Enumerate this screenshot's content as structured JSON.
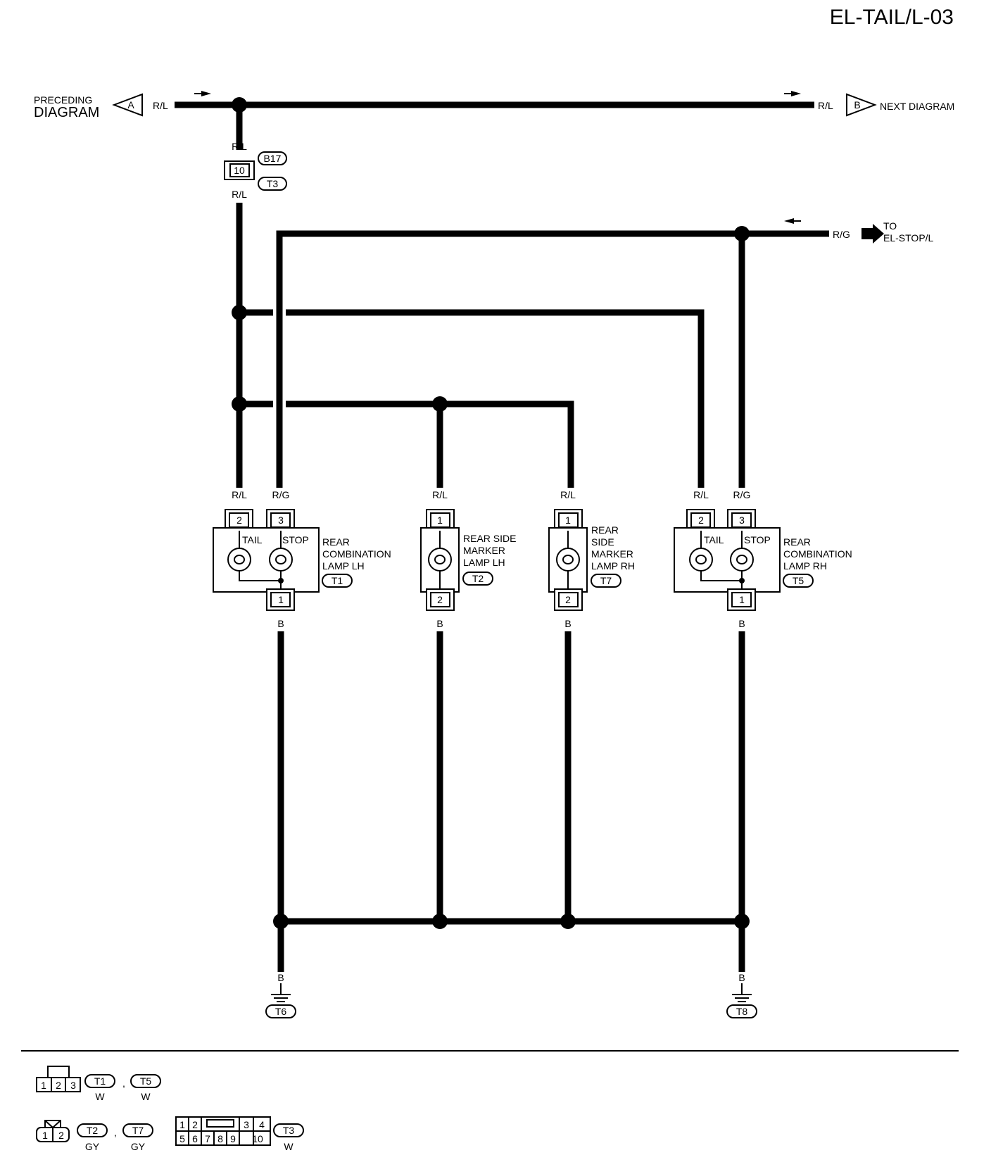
{
  "header": {
    "diagram_id": "EL-TAIL/L-03"
  },
  "connections": {
    "preceding": {
      "label_line1": "PRECEDING",
      "label_line2": "DIAGRAM",
      "letter": "A",
      "wire": "R/L"
    },
    "next": {
      "label": "NEXT DIAGRAM",
      "letter": "B",
      "wire": "R/L"
    },
    "stop": {
      "label_line1": "TO",
      "label_line2": "EL-STOP/L",
      "wire": "R/G"
    }
  },
  "inline_connector": {
    "pin": "10",
    "connector_a": "B17",
    "connector_b": "T3",
    "wire_above": "R/L",
    "wire_below": "R/L"
  },
  "components": {
    "lh_combo": {
      "name_lines": [
        "REAR",
        "COMBINATION",
        "LAMP LH"
      ],
      "connector": "T1",
      "bulbs": [
        "TAIL",
        "STOP"
      ],
      "pins_top": [
        "2",
        "3"
      ],
      "pin_bottom": "1",
      "wires_top": [
        "R/L",
        "R/G"
      ],
      "wire_bottom": "B"
    },
    "lh_marker": {
      "name_lines": [
        "REAR SIDE",
        "MARKER",
        "LAMP LH"
      ],
      "connector": "T2",
      "pin_top": "1",
      "pin_bottom": "2",
      "wire_top": "R/L",
      "wire_bottom": "B"
    },
    "rh_marker": {
      "name_lines": [
        "REAR",
        "SIDE",
        "MARKER",
        "LAMP RH"
      ],
      "connector": "T7",
      "pin_top": "1",
      "pin_bottom": "2",
      "wire_top": "R/L",
      "wire_bottom": "B"
    },
    "rh_combo": {
      "name_lines": [
        "REAR",
        "COMBINATION",
        "LAMP RH"
      ],
      "connector": "T5",
      "bulbs": [
        "TAIL",
        "STOP"
      ],
      "pins_top": [
        "2",
        "3"
      ],
      "pin_bottom": "1",
      "wires_top": [
        "R/L",
        "R/G"
      ],
      "wire_bottom": "B"
    }
  },
  "grounds": [
    {
      "id": "T6",
      "wire": "B"
    },
    {
      "id": "T8",
      "wire": "B"
    }
  ],
  "connector_legend": {
    "row1": {
      "pins": [
        "1",
        "2",
        "3"
      ],
      "connectors": [
        "T1",
        "T5"
      ],
      "colors": [
        "W",
        "W"
      ],
      "separator": ","
    },
    "row2": {
      "pins": [
        "1",
        "2"
      ],
      "connectors": [
        "T2",
        "T7"
      ],
      "colors": [
        "GY",
        "GY"
      ],
      "separator": ","
    },
    "row3": {
      "pins_top": [
        "1",
        "2",
        "3",
        "4"
      ],
      "pins_bottom": [
        "5",
        "6",
        "7",
        "8",
        "9",
        "10"
      ],
      "connector": "T3",
      "color": "W"
    }
  }
}
